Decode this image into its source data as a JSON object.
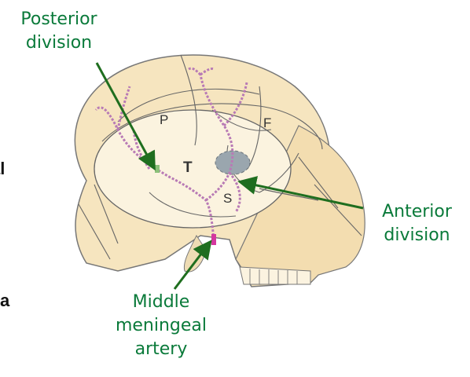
{
  "colors": {
    "label": "#0a7a3a",
    "arrow": "#1f6e1f",
    "skull_fill": "#f6e5bf",
    "skull_line": "#5a5a5a",
    "vessel": "#c98bc4",
    "pterion": "#8e9aa3"
  },
  "labels": {
    "posterior": [
      "Posterior",
      "division"
    ],
    "anterior": [
      "Anterior",
      "division"
    ],
    "middle": [
      "Middle",
      "meningeal",
      "artery"
    ]
  },
  "regions": {
    "parietal": "P",
    "frontal": "F",
    "temporal": "T",
    "sphenoid": "S"
  },
  "edge_fragments": [
    "al",
    "a"
  ]
}
